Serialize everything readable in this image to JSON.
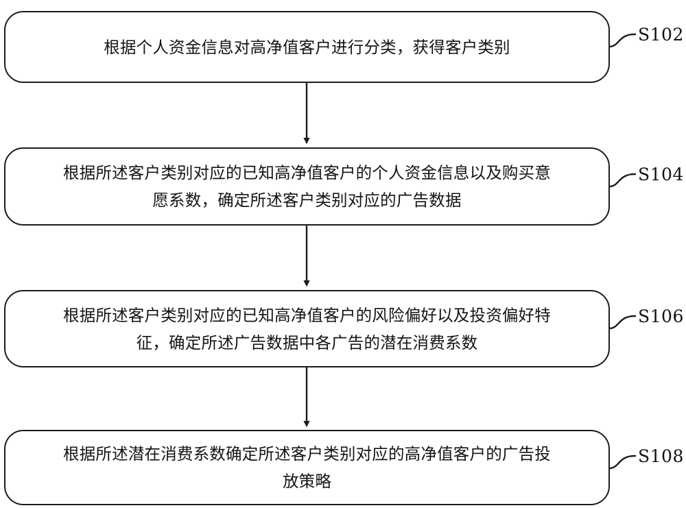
{
  "diagram": {
    "type": "flowchart",
    "orientation": "vertical",
    "background_color": "#ffffff",
    "line_color": "#1b1b1b",
    "steps": [
      {
        "id": "S102",
        "label": "S102",
        "text": "根据个人资金信息对高净值客户进行分类，获得客户类别",
        "lines": 1
      },
      {
        "id": "S104",
        "label": "S104",
        "text": "根据所述客户类别对应的已知高净值客户的个人资金信息以及购买意\n愿系数，确定所述客户类别对应的广告数据",
        "lines": 2
      },
      {
        "id": "S106",
        "label": "S106",
        "text": "根据所述客户类别对应的已知高净值客户的风险偏好以及投资偏好特\n征，确定所述广告数据中各广告的潜在消费系数",
        "lines": 2
      },
      {
        "id": "S108",
        "label": "S108",
        "text": "根据所述潜在消费系数确定所述客户类别对应的高净值客户的广告投\n放策略",
        "lines": 2
      }
    ],
    "connectors": [
      {
        "from": "S102",
        "to": "S104",
        "style": "arrow-down"
      },
      {
        "from": "S104",
        "to": "S106",
        "style": "arrow-down"
      },
      {
        "from": "S106",
        "to": "S108",
        "style": "arrow-down"
      }
    ]
  }
}
